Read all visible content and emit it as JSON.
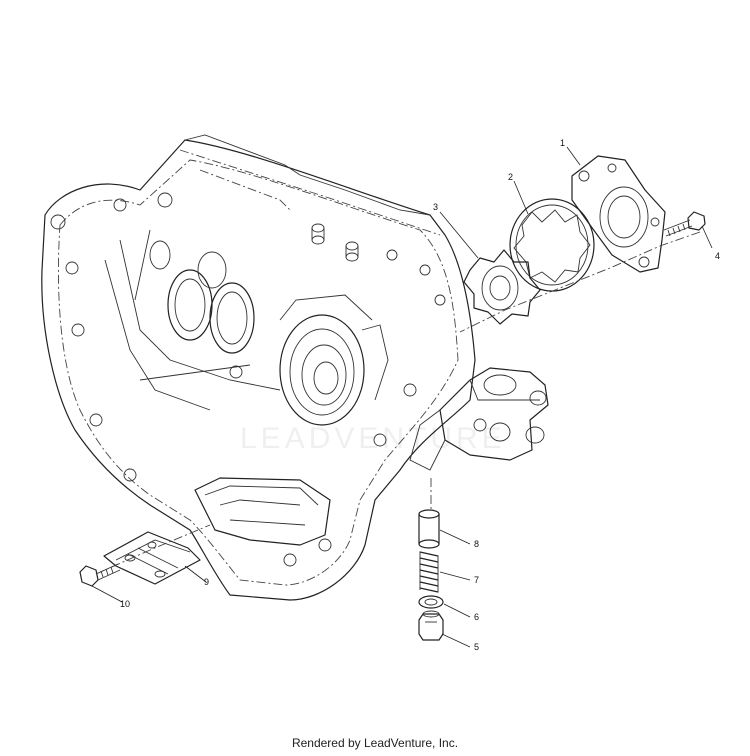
{
  "callouts": [
    {
      "num": "1"
    },
    {
      "num": "2"
    },
    {
      "num": "3"
    },
    {
      "num": "4"
    },
    {
      "num": "5"
    },
    {
      "num": "6"
    },
    {
      "num": "7"
    },
    {
      "num": "8"
    },
    {
      "num": "9"
    },
    {
      "num": "10"
    }
  ],
  "watermark": "LEADVENTURE",
  "footer": "Rendered by LeadVenture, Inc."
}
